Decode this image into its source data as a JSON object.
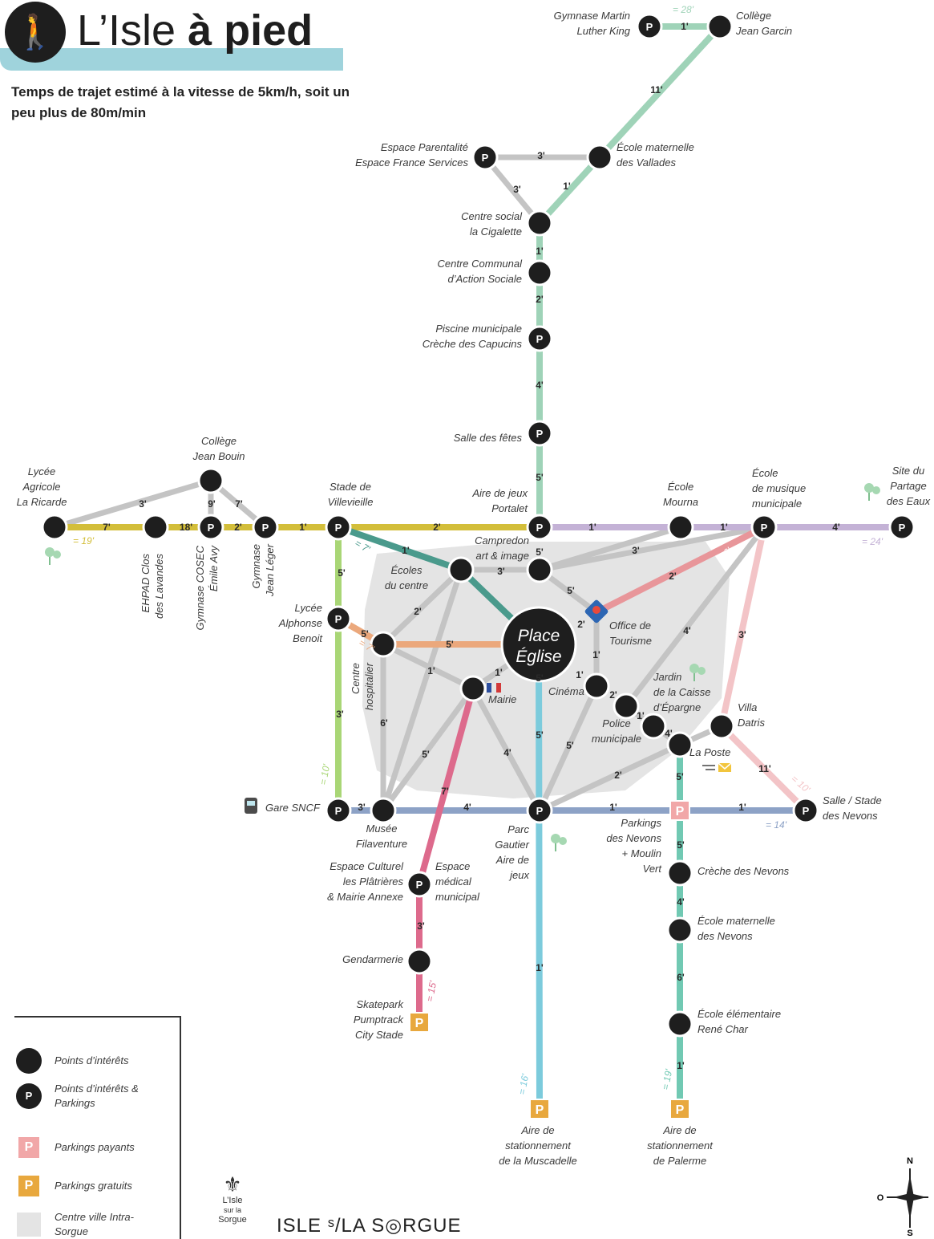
{
  "title": {
    "prefix": "L’Isle ",
    "bold": "à pied"
  },
  "subtitle": "Temps de trajet estimé à la vitesse de 5km/h, soit un peu plus de 80m/min",
  "icons": {
    "walker": "pedestrian-icon",
    "tree": "tree-icon",
    "train": "train-icon",
    "post": "mail-icon",
    "tourism": "tourism-office-icon",
    "flag": "town-hall-flag-icon",
    "compass": "compass-icon",
    "crest": "coat-of-arms-icon"
  },
  "colors": {
    "north": "#9fd3b8",
    "west_yellow": "#d3be3a",
    "teal_diag": "#4a9a8c",
    "lavender": "#c4b2d6",
    "rose": "#e8969a",
    "pink_light": "#f3c4c7",
    "green_light": "#a9d676",
    "orange": "#eba87c",
    "blue_grey": "#8da2c6",
    "cyan": "#7ccbdc",
    "mint": "#71c9b3",
    "magenta": "#dd6a8c",
    "grey": "#c4c4c4",
    "zone": "#e4e4e4",
    "dot": "#1e1e1e",
    "paid_parking": "#f1a7a8",
    "free_parking": "#e8a83e",
    "banner": "#9fd3dc"
  },
  "map": {
    "center_label": [
      "Place",
      "Église"
    ],
    "places": [
      {
        "id": "gymnase_mlk",
        "lines": [
          "Gymnase Martin",
          "Luther King"
        ]
      },
      {
        "id": "college_garcin",
        "lines": [
          "Collège",
          "Jean Garcin"
        ]
      },
      {
        "id": "parentalite",
        "lines": [
          "Espace Parentalité",
          "Espace France Services"
        ]
      },
      {
        "id": "vallades",
        "lines": [
          "École maternelle",
          "des Vallades"
        ]
      },
      {
        "id": "cigalette",
        "lines": [
          "Centre social",
          "la Cigalette"
        ]
      },
      {
        "id": "ccas",
        "lines": [
          "Centre Communal",
          "d’Action Sociale"
        ]
      },
      {
        "id": "piscine",
        "lines": [
          "Piscine municipale",
          "Crèche des Capucins"
        ]
      },
      {
        "id": "salle_fetes",
        "lines": [
          "Salle des fêtes"
        ]
      },
      {
        "id": "portalet",
        "lines": [
          "Aire de jeux",
          "Portalet"
        ]
      },
      {
        "id": "mourna",
        "lines": [
          "École",
          "Mourna"
        ]
      },
      {
        "id": "musique",
        "lines": [
          "École",
          "de musique",
          "municipale"
        ]
      },
      {
        "id": "partage",
        "lines": [
          "Site du",
          "Partage",
          "des Eaux"
        ]
      },
      {
        "id": "college_bouin",
        "lines": [
          "Collège",
          "Jean Bouin"
        ]
      },
      {
        "id": "lycee_ricarde",
        "lines": [
          "Lycée",
          "Agricole",
          "La Ricarde"
        ]
      },
      {
        "id": "stade_villevieille",
        "lines": [
          "Stade de",
          "Villevieille"
        ]
      },
      {
        "id": "campredon",
        "lines": [
          "Campredon",
          "art & image"
        ]
      },
      {
        "id": "ecoles_centre",
        "lines": [
          "Écoles",
          "du centre"
        ]
      },
      {
        "id": "lycee_benoit",
        "lines": [
          "Lycée",
          "Alphonse",
          "Benoit"
        ]
      },
      {
        "id": "office_tourisme",
        "lines": [
          "Office de",
          "Tourisme"
        ]
      },
      {
        "id": "mairie",
        "lines": [
          "Mairie"
        ]
      },
      {
        "id": "cinema",
        "lines": [
          "Cinéma"
        ]
      },
      {
        "id": "jardin",
        "lines": [
          "Jardin",
          "de la Caisse",
          "d’Épargne"
        ]
      },
      {
        "id": "police",
        "lines": [
          "Police",
          "municipale"
        ]
      },
      {
        "id": "villa_datris",
        "lines": [
          "Villa",
          "Datris"
        ]
      },
      {
        "id": "la_poste",
        "lines": [
          "La Poste"
        ]
      },
      {
        "id": "gare",
        "lines": [
          "Gare SNCF"
        ]
      },
      {
        "id": "filaventure",
        "lines": [
          "Musée",
          "Filaventure"
        ]
      },
      {
        "id": "parc_gautier",
        "lines": [
          "Parc",
          "Gautier",
          "Aire de",
          "jeux"
        ]
      },
      {
        "id": "parkings_nevons",
        "lines": [
          "Parkings",
          "des Nevons",
          "+ Moulin",
          "Vert"
        ]
      },
      {
        "id": "salle_nevons",
        "lines": [
          "Salle / Stade",
          "des Nevons"
        ]
      },
      {
        "id": "platrieres",
        "lines": [
          "Espace Culturel",
          "les Plâtrières",
          "& Mairie Annexe"
        ]
      },
      {
        "id": "espace_medical",
        "lines": [
          "Espace",
          "médical",
          "municipal"
        ]
      },
      {
        "id": "creche_nevons",
        "lines": [
          "Crèche des Nevons"
        ]
      },
      {
        "id": "maternelle_nevons",
        "lines": [
          "École maternelle",
          "des Nevons"
        ]
      },
      {
        "id": "gendarmerie",
        "lines": [
          "Gendarmerie"
        ]
      },
      {
        "id": "rene_char",
        "lines": [
          "École élémentaire",
          "René Char"
        ]
      },
      {
        "id": "skatepark",
        "lines": [
          "Skatepark",
          "Pumptrack",
          "City Stade"
        ]
      },
      {
        "id": "muscadelle",
        "lines": [
          "Aire de",
          "stationnement",
          "de la Muscadelle"
        ]
      },
      {
        "id": "palerme",
        "lines": [
          "Aire de",
          "stationnement",
          "de Palerme"
        ]
      },
      {
        "id": "ehpad",
        "lines": [
          "EHPAD Clos",
          "des Lavandes"
        ]
      },
      {
        "id": "cosec",
        "lines": [
          "Gymnase COSEC",
          "Émile Avy"
        ]
      },
      {
        "id": "jean_leger",
        "lines": [
          "Gymnase",
          "Jean Léger"
        ]
      },
      {
        "id": "hopital",
        "lines": [
          "Centre",
          "hospitalier"
        ]
      }
    ],
    "times": [
      "1'",
      "11'",
      "3'",
      "3'",
      "1'",
      "1'",
      "2'",
      "4'",
      "5'",
      "7'",
      "3'",
      "18'",
      "9'",
      "7'",
      "2'",
      "1'",
      "2'",
      "1'",
      "1'",
      "4'",
      "5'",
      "1'",
      "3'",
      "5'",
      "3'",
      "2'",
      "2'",
      "5'",
      "5'",
      "2'",
      "5'",
      "1'",
      "1'",
      "5'",
      "1'",
      "1'",
      "2'",
      "1'",
      "4'",
      "3'",
      "6'",
      "3'",
      "5'",
      "4'",
      "5'",
      "7'",
      "5'",
      "4'",
      "2'",
      "5'",
      "3'",
      "4'",
      "1'",
      "1'",
      "5'",
      "4'",
      "6'",
      "1'",
      "11'",
      "3'",
      "1'"
    ],
    "totals": [
      "= 28'",
      "= 19'",
      "= 7'",
      "= 24'",
      "= 6'",
      "= 7'",
      "= 10'",
      "= 10'",
      "= 14'",
      "= 15'",
      "= 16'",
      "= 19'"
    ]
  },
  "legend": {
    "items": [
      {
        "label": "Points d’intérêts"
      },
      {
        "label": "Points d’intérêts & Parkings",
        "symbol": "P"
      },
      {
        "label": "Parkings payants",
        "symbol": "P"
      },
      {
        "label": "Parkings gratuits",
        "symbol": "P"
      },
      {
        "label": "Centre ville Intra-Sorgue"
      }
    ]
  },
  "branding": {
    "crest_name": "L’Isle",
    "crest_sub": "sur la",
    "crest_town": "Sorgue",
    "wordmark": "ISLE ˢ/LA S◎RGUE"
  },
  "compass": {
    "n": "N",
    "s": "S",
    "o": "O"
  },
  "parking_symbol": "P"
}
